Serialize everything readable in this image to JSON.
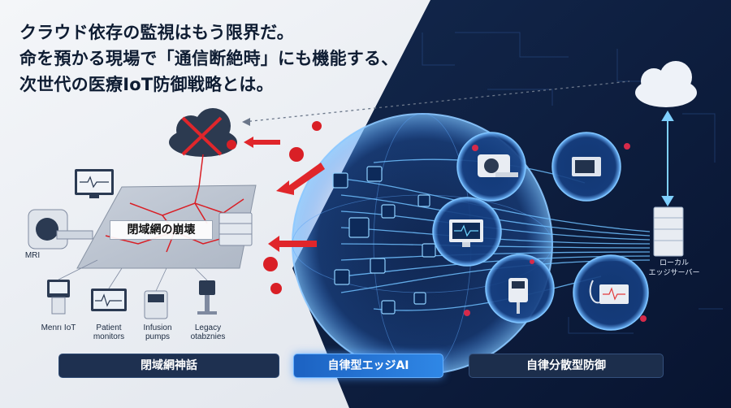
{
  "headline": {
    "line1": "クラウド依存の監視はもう限界だ。",
    "line2": "命を預かる現場で「通信断絶時」にも機能する、",
    "line3": "次世代の医療IoT防御戦略とは。"
  },
  "left_panel": {
    "warning_label": "閉域網の崩壊",
    "devices": [
      {
        "label": "MRI"
      },
      {
        "label": "Menrı IoT"
      },
      {
        "label": "Patient\nmonitors"
      },
      {
        "label": "Infusion\npumps"
      },
      {
        "label": "Legacy\notabznies"
      }
    ]
  },
  "edge_server": {
    "label_line1": "ローカル",
    "label_line2": "エッジサーバー"
  },
  "footer": {
    "left": "閉域網神話",
    "middle": "自律型エッジAI",
    "right": "自律分散型防御"
  },
  "colors": {
    "dark_navy": "#0b1b3a",
    "light_panel": "#eef1f5",
    "glow_blue": "#4aa8ff",
    "threat_red": "#d91f26"
  },
  "icons": [
    "cloud-crossed-icon",
    "virus-icon",
    "arrow-left-icon",
    "mri-scanner-icon",
    "monitor-icon",
    "infusion-pump-icon",
    "server-icon",
    "chip-icon",
    "cloud-icon",
    "stethoscope-icon"
  ]
}
